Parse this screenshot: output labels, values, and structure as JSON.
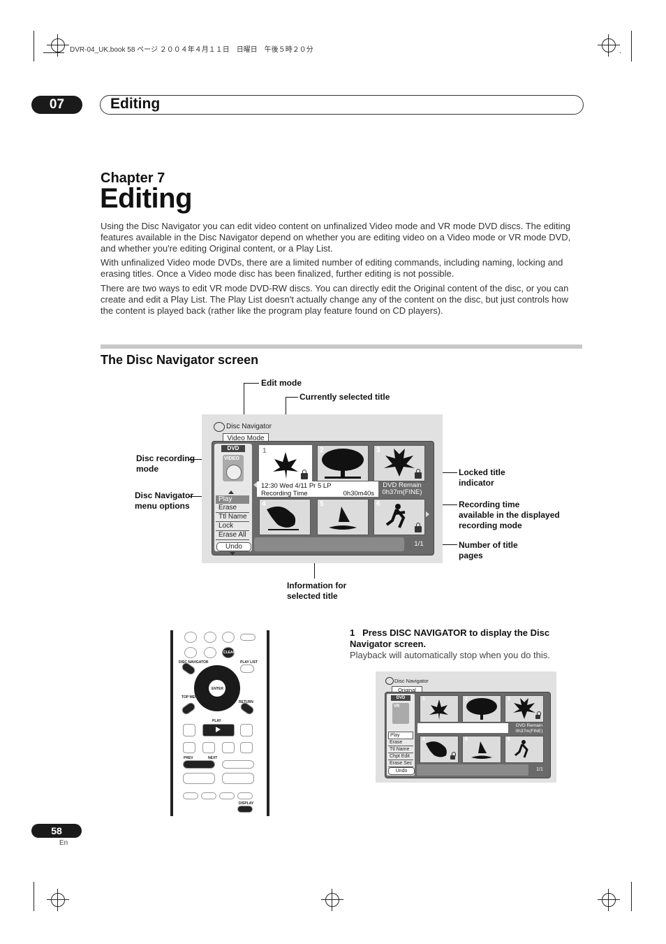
{
  "print_header": "DVR-04_UK.book  58 ページ  ２００４年４月１１日　日曜日　午後５時２０分",
  "header": {
    "chapter_number": "07",
    "section_title": "Editing"
  },
  "chapter": {
    "label": "Chapter 7",
    "title": "Editing"
  },
  "intro_paragraphs": [
    "Using the Disc Navigator you can edit video content on unfinalized Video mode and VR mode DVD discs. The editing features available in the Disc Navigator depend on whether you are editing video on a Video mode or VR mode DVD, and whether you're editing Original content, or a Play List.",
    "With unfinalized Video mode DVDs, there are a limited number of editing commands, including naming, locking and erasing titles. Once a Video mode disc has been finalized, further editing is not possible.",
    "There are two ways to edit VR mode DVD-RW discs. You can directly edit the Original content of the disc, or you can create and edit a Play List. The Play List doesn't actually change any of the content on the disc, but just controls how the content is played back (rather like the program play feature found on CD players)."
  ],
  "section": {
    "title": "The Disc Navigator screen"
  },
  "callouts": {
    "edit_mode": "Edit mode",
    "current_title": "Currently selected title",
    "disc_rec_mode": [
      "Disc recording",
      "mode"
    ],
    "menu_options": [
      "Disc Navigator",
      "menu options"
    ],
    "locked_indicator": [
      "Locked title",
      "indicator"
    ],
    "recording_time": [
      "Recording time",
      "available in the displayed",
      "recording mode"
    ],
    "title_pages": [
      "Number of title",
      "pages"
    ],
    "info_selected": [
      "Information for",
      "selected title"
    ]
  },
  "navigator_main": {
    "title": "Disc Navigator",
    "mode_tab": "Video Mode",
    "disc_badge": "DVD",
    "disc_mode_label": "VIDEO",
    "menu": [
      "Play",
      "Erase",
      "Ttl Name",
      "Lock",
      "Erase All"
    ],
    "undo": "Undo",
    "info_line1": "12:30 Wed  4/11   Pr 5   LP",
    "info_line2_label": "Recording Time",
    "info_line2_value": "0h30m40s",
    "remain_label": "DVD Remain",
    "remain_value": "0h37m(FINE)",
    "page_count": "1/1",
    "thumb_numbers": [
      "1",
      "2",
      "3",
      "4",
      "5",
      "6"
    ],
    "thumb_icons": [
      "leaf-icon",
      "tree-icon",
      "lily-icon",
      "toucan-icon",
      "windsurfer-icon",
      "skater-icon"
    ],
    "locked_thumbs": [
      1,
      3,
      6
    ]
  },
  "step1": {
    "number": "1",
    "text": "Press DISC NAVIGATOR to display the Disc Navigator screen.",
    "desc": "Playback will automatically stop when you do this."
  },
  "navigator_small": {
    "title": "Disc Navigator",
    "mode_tab": "Original",
    "disc_badge": "DVD",
    "disc_mode_label": "VR",
    "menu": [
      "Play",
      "Erase",
      "Ttl Name",
      "Chpt Edit",
      "Erase Sec"
    ],
    "undo": "Undo",
    "remain_label": "DVD Remain",
    "remain_value": "0h37m(FINE)",
    "page_count": "1/1",
    "thumb_numbers": [
      "1",
      "2",
      "3",
      "4",
      "5",
      "6"
    ]
  },
  "remote": {
    "clear": "CLEAR",
    "disc_navigator": "DISC NAVIGATOR",
    "play_list": "PLAY LIST",
    "enter": "ENTER",
    "top_menu": "TOP MENU",
    "return": "RETURN",
    "play": "PLAY",
    "prev": "PREV",
    "next": "NEXT",
    "display": "DISPLAY"
  },
  "page": {
    "number": "58",
    "lang": "En"
  }
}
